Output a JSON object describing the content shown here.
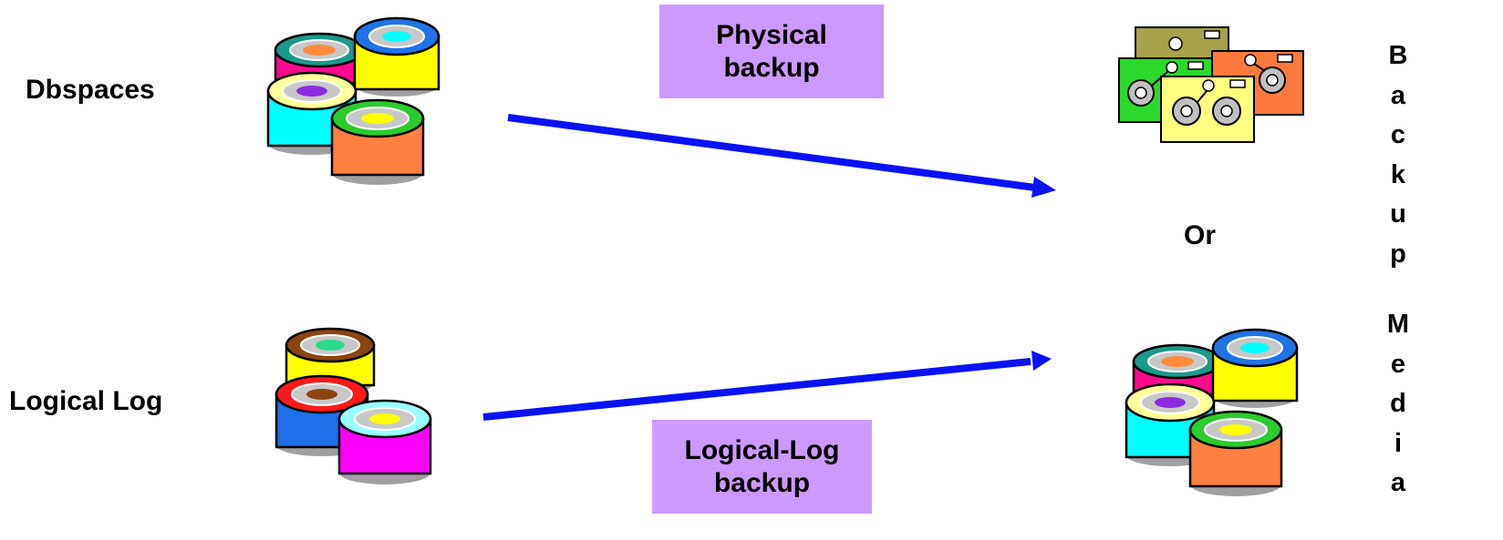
{
  "labels": {
    "dbspaces": "Dbspaces",
    "logical_log": "Logical Log",
    "or": "Or"
  },
  "callouts": {
    "physical": {
      "line1": "Physical",
      "line2": "backup"
    },
    "logical": {
      "line1": "Logical-Log",
      "line2": "backup"
    }
  },
  "vertical_label": {
    "word1": [
      "B",
      "a",
      "c",
      "k",
      "u",
      "p"
    ],
    "word2": [
      "M",
      "e",
      "d",
      "i",
      "a"
    ]
  },
  "colors": {
    "arrow": "#0a12f5",
    "callout_bg": "#cc99ff",
    "disk_magenta": "#ff0a8c",
    "disk_yellow": "#ffff00",
    "disk_cyan": "#00ffff",
    "disk_orange": "#ff8040",
    "disk_blue": "#1e6fe8",
    "disk_pink": "#ff00ff",
    "tape_green": "#2bd92b",
    "tape_orange": "#ff7a3c",
    "tape_yellow": "#ffff80",
    "tape_olive": "#a6a24a"
  },
  "icons": {
    "dbspaces": "disk-stack-icon",
    "logical_log": "disk-stack-icon",
    "tape_media": "tape-cartridge-icon",
    "disk_media": "disk-stack-icon"
  }
}
